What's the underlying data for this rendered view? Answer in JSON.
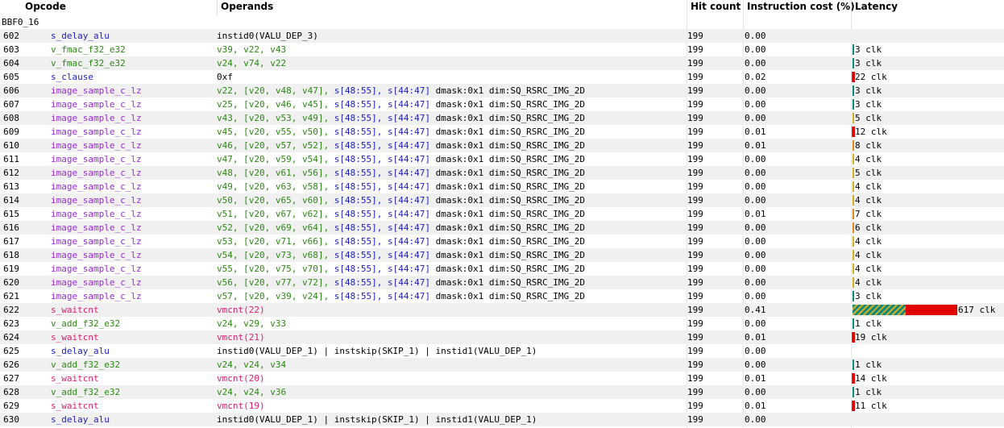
{
  "columns": {
    "opcode": "Opcode",
    "operands": "Operands",
    "hit_count": "Hit count",
    "instruction_cost": "Instruction cost (%)",
    "latency": "Latency"
  },
  "block_label": "BBF0_16",
  "colors": {
    "salu": "#1c1cc8",
    "valu": "#2a8a12",
    "vmem": "#9a28d8",
    "wait": "#dc1c6e",
    "latency_issue": "#0f8a7c",
    "latency_stall": "#e00000"
  },
  "rows": [
    {
      "line": "602",
      "opcode": "s_delay_alu",
      "kind": "salu",
      "operands": "instid0(VALU_DEP_3)",
      "hit": "199",
      "cost": "0.00",
      "latency": ""
    },
    {
      "line": "603",
      "opcode": "v_fmac_f32_e32",
      "kind": "valu",
      "operands": "v39, v22, v43",
      "hit": "199",
      "cost": "0.00",
      "latency": "3 clk"
    },
    {
      "line": "604",
      "opcode": "v_fmac_f32_e32",
      "kind": "valu",
      "operands": "v24, v74, v22",
      "hit": "199",
      "cost": "0.00",
      "latency": "3 clk"
    },
    {
      "line": "605",
      "opcode": "s_clause",
      "kind": "salu",
      "operands": "0xf",
      "hit": "199",
      "cost": "0.02",
      "latency": "22 clk"
    },
    {
      "line": "606",
      "opcode": "image_sample_c_lz",
      "kind": "vmem",
      "operands": "v22, [v20, v48, v47], s[48:55], s[44:47] dmask:0x1 dim:SQ_RSRC_IMG_2D",
      "hit": "199",
      "cost": "0.00",
      "latency": "3 clk"
    },
    {
      "line": "607",
      "opcode": "image_sample_c_lz",
      "kind": "vmem",
      "operands": "v25, [v20, v46, v45], s[48:55], s[44:47] dmask:0x1 dim:SQ_RSRC_IMG_2D",
      "hit": "199",
      "cost": "0.00",
      "latency": "3 clk"
    },
    {
      "line": "608",
      "opcode": "image_sample_c_lz",
      "kind": "vmem",
      "operands": "v43, [v20, v53, v49], s[48:55], s[44:47] dmask:0x1 dim:SQ_RSRC_IMG_2D",
      "hit": "199",
      "cost": "0.00",
      "latency": "5 clk"
    },
    {
      "line": "609",
      "opcode": "image_sample_c_lz",
      "kind": "vmem",
      "operands": "v45, [v20, v55, v50], s[48:55], s[44:47] dmask:0x1 dim:SQ_RSRC_IMG_2D",
      "hit": "199",
      "cost": "0.01",
      "latency": "12 clk"
    },
    {
      "line": "610",
      "opcode": "image_sample_c_lz",
      "kind": "vmem",
      "operands": "v46, [v20, v57, v52], s[48:55], s[44:47] dmask:0x1 dim:SQ_RSRC_IMG_2D",
      "hit": "199",
      "cost": "0.01",
      "latency": "8 clk"
    },
    {
      "line": "611",
      "opcode": "image_sample_c_lz",
      "kind": "vmem",
      "operands": "v47, [v20, v59, v54], s[48:55], s[44:47] dmask:0x1 dim:SQ_RSRC_IMG_2D",
      "hit": "199",
      "cost": "0.00",
      "latency": "4 clk"
    },
    {
      "line": "612",
      "opcode": "image_sample_c_lz",
      "kind": "vmem",
      "operands": "v48, [v20, v61, v56], s[48:55], s[44:47] dmask:0x1 dim:SQ_RSRC_IMG_2D",
      "hit": "199",
      "cost": "0.00",
      "latency": "5 clk"
    },
    {
      "line": "613",
      "opcode": "image_sample_c_lz",
      "kind": "vmem",
      "operands": "v49, [v20, v63, v58], s[48:55], s[44:47] dmask:0x1 dim:SQ_RSRC_IMG_2D",
      "hit": "199",
      "cost": "0.00",
      "latency": "4 clk"
    },
    {
      "line": "614",
      "opcode": "image_sample_c_lz",
      "kind": "vmem",
      "operands": "v50, [v20, v65, v60], s[48:55], s[44:47] dmask:0x1 dim:SQ_RSRC_IMG_2D",
      "hit": "199",
      "cost": "0.00",
      "latency": "4 clk"
    },
    {
      "line": "615",
      "opcode": "image_sample_c_lz",
      "kind": "vmem",
      "operands": "v51, [v20, v67, v62], s[48:55], s[44:47] dmask:0x1 dim:SQ_RSRC_IMG_2D",
      "hit": "199",
      "cost": "0.01",
      "latency": "7 clk"
    },
    {
      "line": "616",
      "opcode": "image_sample_c_lz",
      "kind": "vmem",
      "operands": "v52, [v20, v69, v64], s[48:55], s[44:47] dmask:0x1 dim:SQ_RSRC_IMG_2D",
      "hit": "199",
      "cost": "0.00",
      "latency": "6 clk"
    },
    {
      "line": "617",
      "opcode": "image_sample_c_lz",
      "kind": "vmem",
      "operands": "v53, [v20, v71, v66], s[48:55], s[44:47] dmask:0x1 dim:SQ_RSRC_IMG_2D",
      "hit": "199",
      "cost": "0.00",
      "latency": "4 clk"
    },
    {
      "line": "618",
      "opcode": "image_sample_c_lz",
      "kind": "vmem",
      "operands": "v54, [v20, v73, v68], s[48:55], s[44:47] dmask:0x1 dim:SQ_RSRC_IMG_2D",
      "hit": "199",
      "cost": "0.00",
      "latency": "4 clk"
    },
    {
      "line": "619",
      "opcode": "image_sample_c_lz",
      "kind": "vmem",
      "operands": "v55, [v20, v75, v70], s[48:55], s[44:47] dmask:0x1 dim:SQ_RSRC_IMG_2D",
      "hit": "199",
      "cost": "0.00",
      "latency": "4 clk"
    },
    {
      "line": "620",
      "opcode": "image_sample_c_lz",
      "kind": "vmem",
      "operands": "v56, [v20, v77, v72], s[48:55], s[44:47] dmask:0x1 dim:SQ_RSRC_IMG_2D",
      "hit": "199",
      "cost": "0.00",
      "latency": "4 clk"
    },
    {
      "line": "621",
      "opcode": "image_sample_c_lz",
      "kind": "vmem",
      "operands": "v57, [v20, v39, v24], s[48:55], s[44:47] dmask:0x1 dim:SQ_RSRC_IMG_2D",
      "hit": "199",
      "cost": "0.00",
      "latency": "3 clk"
    },
    {
      "line": "622",
      "opcode": "s_waitcnt",
      "kind": "wait",
      "operands": "vmcnt(22)",
      "hit": "199",
      "cost": "0.41",
      "latency": "617 clk"
    },
    {
      "line": "623",
      "opcode": "v_add_f32_e32",
      "kind": "valu",
      "operands": "v24, v29, v33",
      "hit": "199",
      "cost": "0.00",
      "latency": "1 clk"
    },
    {
      "line": "624",
      "opcode": "s_waitcnt",
      "kind": "wait",
      "operands": "vmcnt(21)",
      "hit": "199",
      "cost": "0.01",
      "latency": "19 clk"
    },
    {
      "line": "625",
      "opcode": "s_delay_alu",
      "kind": "salu",
      "operands": "instid0(VALU_DEP_1) | instskip(SKIP_1) | instid1(VALU_DEP_1)",
      "hit": "199",
      "cost": "0.00",
      "latency": ""
    },
    {
      "line": "626",
      "opcode": "v_add_f32_e32",
      "kind": "valu",
      "operands": "v24, v24, v34",
      "hit": "199",
      "cost": "0.00",
      "latency": "1 clk"
    },
    {
      "line": "627",
      "opcode": "s_waitcnt",
      "kind": "wait",
      "operands": "vmcnt(20)",
      "hit": "199",
      "cost": "0.01",
      "latency": "14 clk"
    },
    {
      "line": "628",
      "opcode": "v_add_f32_e32",
      "kind": "valu",
      "operands": "v24, v24, v36",
      "hit": "199",
      "cost": "0.00",
      "latency": "1 clk"
    },
    {
      "line": "629",
      "opcode": "s_waitcnt",
      "kind": "wait",
      "operands": "vmcnt(19)",
      "hit": "199",
      "cost": "0.01",
      "latency": "11 clk"
    },
    {
      "line": "630",
      "opcode": "s_delay_alu",
      "kind": "salu",
      "operands": "instid0(VALU_DEP_1) | instskip(SKIP_1) | instid1(VALU_DEP_1)",
      "hit": "199",
      "cost": "0.00",
      "latency": ""
    }
  ]
}
